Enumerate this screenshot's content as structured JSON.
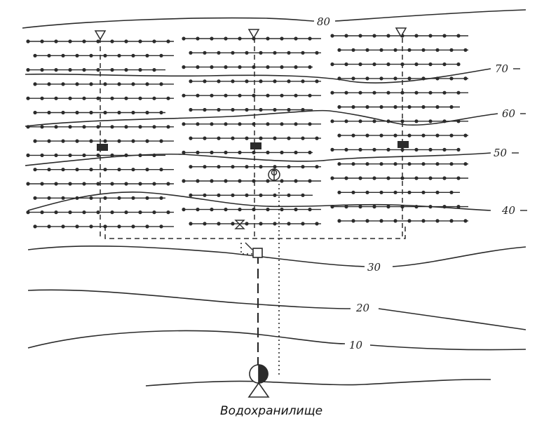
{
  "contour_labels": [
    "80",
    "70",
    "60",
    "50",
    "40",
    "30",
    "20",
    "10"
  ],
  "reservoir_label": "Водохранилище",
  "colors": {
    "ink": "#2b2b2b",
    "background": "#ffffff"
  }
}
